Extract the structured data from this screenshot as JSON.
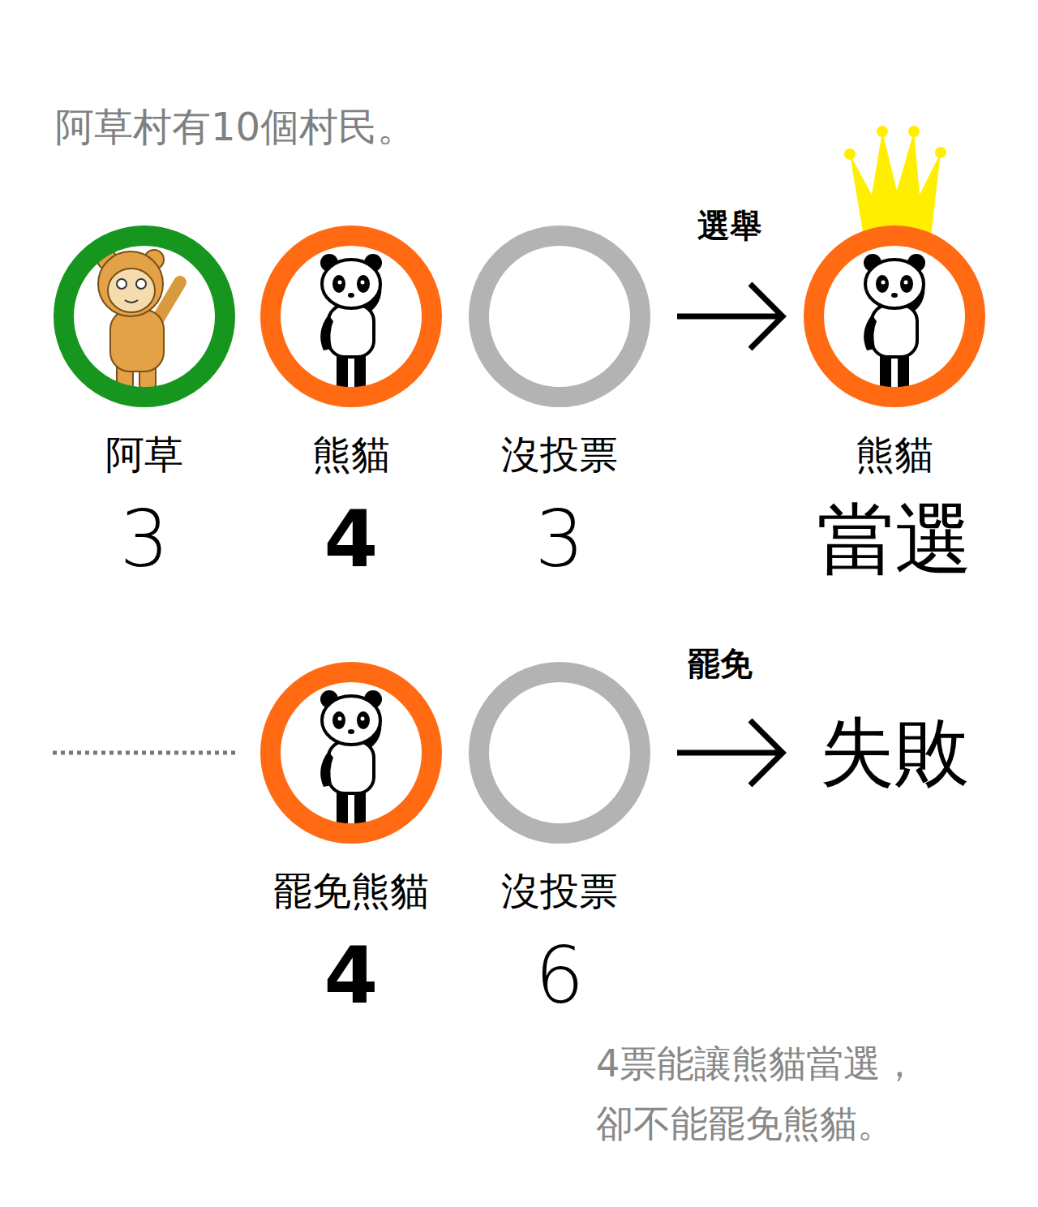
{
  "diagram": {
    "title": "阿草村有10個村民。",
    "caption": "4票能讓熊貓當選，卻不能罷免熊貓。",
    "nodes": [
      {
        "text": [
          "阿草",
          "3"
        ]
      },
      {
        "text": [
          "熊貓",
          "4"
        ]
      },
      {
        "text": [
          "沒投票",
          "3"
        ]
      },
      {
        "text": [
          "熊貓",
          "當選"
        ]
      },
      {
        "text": [
          "罷免熊貓",
          "4"
        ]
      },
      {
        "text": [
          "沒投票",
          "6"
        ]
      }
    ],
    "edges": [
      {
        "from": 2,
        "to": 3,
        "label": "選舉",
        "arrow": "to"
      }
    ],
    "labels": [
      "罷免",
      "失敗"
    ]
  }
}
